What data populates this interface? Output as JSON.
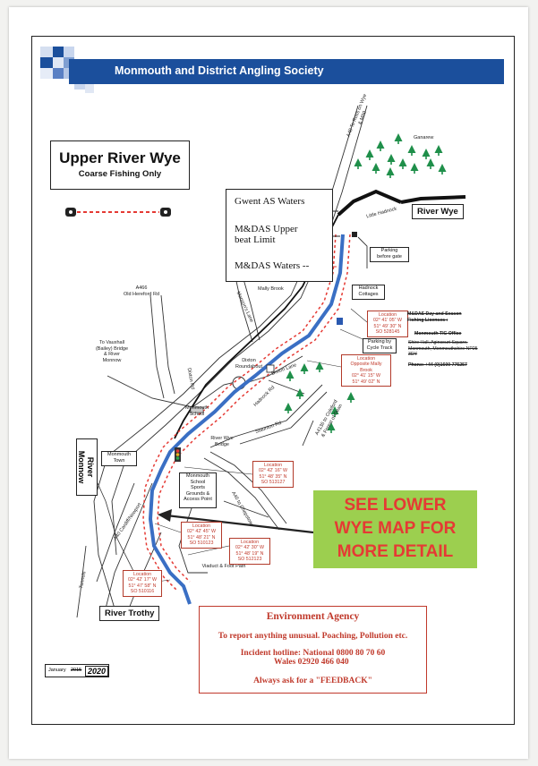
{
  "header": {
    "society": "Monmouth and District Angling Society"
  },
  "title": {
    "main": "Upper River Wye",
    "sub": "Coarse Fishing Only"
  },
  "legend": {
    "gwent": "Gwent AS Waters",
    "upper_limit_l1": "M&DAS Upper",
    "upper_limit_l2": "beat Limit",
    "mdas_waters": "M&DAS Waters --"
  },
  "rivers": {
    "wye": "River Wye",
    "monnow_l1": "River",
    "monnow_l2": "Monnow",
    "trothy": "River Trothy"
  },
  "places": {
    "ganarew": "Ganarew",
    "little_hadnock": "Little Hadnock",
    "a40_ross_1": "A40 To Ross on Wye",
    "a40_ross_2": "& M50",
    "parking_gate_1": "Parking",
    "parking_gate_2": "before gate",
    "hadnock_1": "Hadnock",
    "hadnock_2": "Cottages",
    "mally_brook": "Mally Brook",
    "a466_1": "A466",
    "a466_2": "Old Hereford Rd",
    "manson_lane": "Manson's Lane",
    "vauxhall_1": "To Vauxhall",
    "vauxhall_2": "(Bailey) Bridge",
    "vauxhall_3": "& River",
    "vauxhall_4": "Monnow",
    "dixton_1": "Dixton",
    "dixton_2": "Roundabout",
    "dixton_rd": "Dixton Rd",
    "dixton_lane": "Dixton Lane",
    "school_1": "Monmouth",
    "school_2": "School",
    "hadnock_rd": "Hadnock Rd",
    "a4136_1": "A4136 to Coleford",
    "a4136_2": "& Forest of Dean",
    "parking_cycle_1": "Parking by",
    "parking_cycle_2": "Cycle Track",
    "wye_bridge_1": "River Wye",
    "wye_bridge_2": "Bridge",
    "staunton_rd": "Staunton Rd",
    "mon_town_1": "Monmouth",
    "mon_town_2": "Town",
    "sports_1": "Monmouth",
    "sports_2": "School",
    "sports_3": "Sports",
    "sports_4": "Grounds &",
    "sports_5": "Access Point",
    "a40_chepstow": "A40 to Chepstow",
    "a40_cardiff": "A40 Cardiff/Newport",
    "viaduct": "Viaduct & Foot Path",
    "tunnels": "Tunnels"
  },
  "locations": [
    {
      "l1": "Location",
      "l2": "02° 41' 05\" W",
      "l3": "51° 49' 30\" N",
      "l4": "SO 528145"
    },
    {
      "l1": "Location",
      "l2": "Opposite Mally Brook",
      "l3": "02° 41' 15\" W",
      "l4": "51° 49' 02\" N"
    },
    {
      "l1": "Location",
      "l2": "02° 42' 16\" W",
      "l3": "51° 48' 35\" N",
      "l4": "SO 513127"
    },
    {
      "l1": "Location",
      "l2": "02° 42' 45\" W",
      "l3": "51° 48' 21\" N",
      "l4": "SO 510123"
    },
    {
      "l1": "Location",
      "l2": "02° 42' 30\" W",
      "l3": "51° 48' 19\" N",
      "l4": "SO 512123"
    },
    {
      "l1": "Location",
      "l2": "02° 42' 17\" W",
      "l3": "51° 47' 58\" N",
      "l4": "SO 510116"
    }
  ],
  "struck_notes": {
    "n1": "M&DAS Day and Season Fishing Licenses :",
    "n2": "Monmouth TIC Office",
    "n3": "Shire Hall, Agincourt Square, Monmouth, Monmouthshire NP25 3DY",
    "n4": "Phone: +44 (0)1600 775257"
  },
  "callout": {
    "l1": "SEE LOWER",
    "l2": "WYE MAP FOR",
    "l3": "MORE DETAIL"
  },
  "environment": {
    "title": "Environment Agency",
    "report": "To report anything unusual. Poaching, Pollution etc.",
    "hotline_1": "Incident hotline:  National  0800 80 70 60",
    "hotline_2": "Wales 02920 466 040",
    "feedback": "Always ask for a \"FEEDBACK\""
  },
  "date": {
    "month": "January",
    "struck_year": "2015",
    "year": "2020"
  },
  "colors": {
    "banner": "#1b4f9c",
    "river": "#3a6fc4",
    "waters": "#e53a34",
    "callout_bg": "#9ccf4f",
    "trees": "#1f8f4a"
  },
  "icons": [
    "tree-icon",
    "traffic-light-icon",
    "parking-icon",
    "bridge-icon"
  ]
}
